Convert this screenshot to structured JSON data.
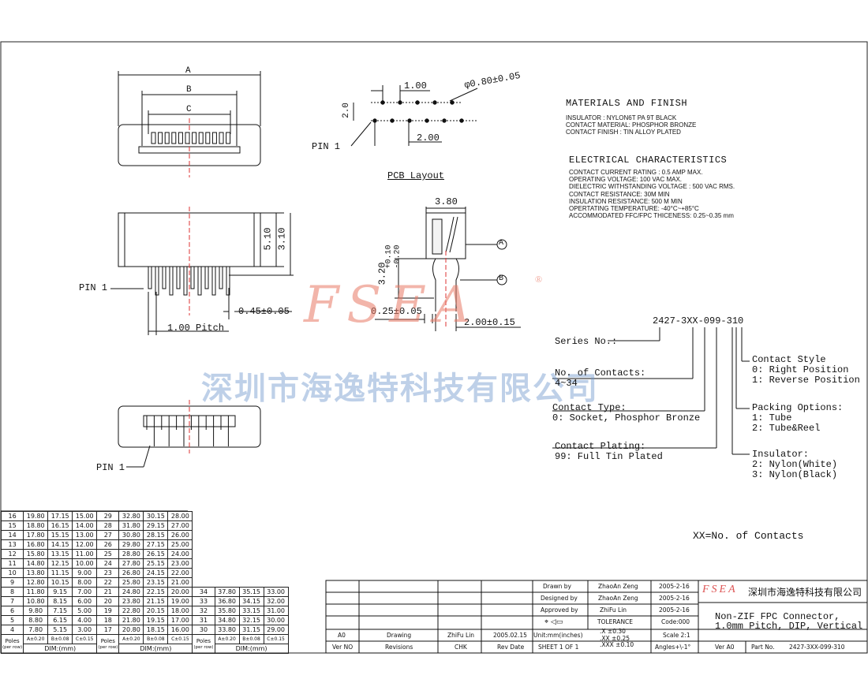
{
  "top_view": {
    "dim_a": "A",
    "dim_b": "B",
    "dim_c": "C"
  },
  "pitch_view": {
    "pitch_label": "1.00",
    "hole_label": "φ0.80±0.05",
    "row_gap": "2.0",
    "row_offset": "2.00",
    "pin_label": "PIN 1"
  },
  "pcb_title": "PCB Layout",
  "side_view": {
    "h1": "5.10",
    "h2": "3.10",
    "pin_label": "PIN 1",
    "pin_width": "0.45±0.05",
    "pitch": "1.00 Pitch"
  },
  "section_view": {
    "width": "3.80",
    "height": "3.20",
    "tol_plus": "+0.10",
    "tol_minus": "-0.20",
    "lead": "0.25±0.05",
    "spacing": "2.00±0.15",
    "callout_a": "A",
    "callout_b": "B"
  },
  "bottom_view": {
    "pin_label": "PIN 1"
  },
  "materials": {
    "title": "MATERIALS AND FINISH",
    "lines": [
      "INSULATOR : NYLON6T PA 9T BLACK",
      "CONTACT MATERIAL: PHOSPHOR BRONZE",
      "CONTACT FINISH : TIN ALLOY PLATED"
    ]
  },
  "electrical": {
    "title": "ELECTRICAL CHARACTERISTICS",
    "lines": [
      "CONTACT CURRENT RATING : 0.5 AMP MAX.",
      "OPERATING VOLTAGE: 100 VAC MAX.",
      "DIELECTRIC WITHSTANDING VOLTAGE : 500 VAC RMS.",
      "CONTACT RESISTANCE:     30M MIN",
      "INSULATION RESISTANCE: 500 M    MIN",
      "OPERTATING TEMPERATURE: -40°C~+85°C",
      "ACCOMMODATED FFC/FPC THICENESS: 0.25~0.35 mm"
    ]
  },
  "part_number": {
    "code": "2427-3XX-099-310",
    "series": "Series No.:",
    "contacts": [
      "No. of Contacts:",
      "4~34"
    ],
    "contact_type": [
      "Contact Type:",
      "0: Socket, Phosphor Bronze"
    ],
    "plating": [
      "Contact Plating:",
      "99: Full Tin Plated"
    ],
    "style": [
      "Contact Style",
      "0: Right Position",
      "1: Reverse Position"
    ],
    "packing": [
      "Packing Options:",
      "1: Tube",
      "2: Tube&Reel"
    ],
    "insulator": [
      "Insulator:",
      "2: Nylon(White)",
      "3: Nylon(Black)"
    ],
    "note": "XX=No. of Contacts"
  },
  "watermark": {
    "logo": "FSEA",
    "registered": "®",
    "company": "深圳市海逸特科技有限公司"
  },
  "dim_table": {
    "rows": [
      [
        "16",
        "19.80",
        "17.15",
        "15.00",
        "29",
        "32.80",
        "30.15",
        "28.00",
        "",
        "",
        "",
        ""
      ],
      [
        "15",
        "18.80",
        "16.15",
        "14.00",
        "28",
        "31.80",
        "29.15",
        "27.00",
        "",
        "",
        "",
        ""
      ],
      [
        "14",
        "17.80",
        "15.15",
        "13.00",
        "27",
        "30.80",
        "28.15",
        "26.00",
        "",
        "",
        "",
        ""
      ],
      [
        "13",
        "16.80",
        "14.15",
        "12.00",
        "26",
        "29.80",
        "27.15",
        "25.00",
        "",
        "",
        "",
        ""
      ],
      [
        "12",
        "15.80",
        "13.15",
        "11.00",
        "25",
        "28.80",
        "26.15",
        "24.00",
        "",
        "",
        "",
        ""
      ],
      [
        "11",
        "14.80",
        "12.15",
        "10.00",
        "24",
        "27.80",
        "25.15",
        "23.00",
        "",
        "",
        "",
        ""
      ],
      [
        "10",
        "13.80",
        "11.15",
        "9.00",
        "23",
        "26.80",
        "24.15",
        "22.00",
        "",
        "",
        "",
        ""
      ],
      [
        "9",
        "12.80",
        "10.15",
        "8.00",
        "22",
        "25.80",
        "23.15",
        "21.00",
        "",
        "",
        "",
        ""
      ],
      [
        "8",
        "11.80",
        "9.15",
        "7.00",
        "21",
        "24.80",
        "22.15",
        "20.00",
        "34",
        "37.80",
        "35.15",
        "33.00"
      ],
      [
        "7",
        "10.80",
        "8.15",
        "6.00",
        "20",
        "23.80",
        "21.15",
        "19.00",
        "33",
        "36.80",
        "34.15",
        "32.00"
      ],
      [
        "6",
        "9.80",
        "7.15",
        "5.00",
        "19",
        "22.80",
        "20.15",
        "18.00",
        "32",
        "35.80",
        "33.15",
        "31.00"
      ],
      [
        "5",
        "8.80",
        "6.15",
        "4.00",
        "18",
        "21.80",
        "19.15",
        "17.00",
        "31",
        "34.80",
        "32.15",
        "30.00"
      ],
      [
        "4",
        "7.80",
        "5.15",
        "3.00",
        "17",
        "20.80",
        "18.15",
        "16.00",
        "30",
        "33.80",
        "31.15",
        "29.00"
      ]
    ],
    "poles": "Poles",
    "per_row": "(per row)",
    "a": "A±0.20",
    "b": "B±0.08",
    "c": "C±0.15",
    "dim": "DIM:(mm)"
  },
  "title_block": {
    "drawn_label": "Drawn   by",
    "drawn": "ZhaoAn Zeng",
    "drawn_date": "2005-2-16",
    "designed_label": "Designed by",
    "designed": "ZhaoAn Zeng",
    "designed_date": "2005-2-16",
    "approved_label": "Approved by",
    "approved": "ZhiFu Lin",
    "approved_date": "2005-2-16",
    "tolerance": "TOLERANCE",
    "code": "Code:000",
    "tol_rows": [
      ".X      ±0.30",
      ".XX     ±0.25",
      ".XXX    ±0.10"
    ],
    "scale": "Scale 2:1",
    "angles": "Angles+\\-1°",
    "rev_ver": "A0",
    "rev_desc": "Drawing",
    "rev_chk": "ZhiFu Lin",
    "rev_date": "2005.02.15",
    "units": "Unit:mm(inches)",
    "h_ver": "Ver NO",
    "h_rev": "Revisions",
    "h_chk": "CHK",
    "h_date": "Rev Date",
    "sheet": "SHEET  1  OF  1",
    "logo": "FSEA",
    "company": "深圳市海逸特科技有限公司",
    "desc1": "Non-ZIF FPC Connector,",
    "desc2": "1.0mm Pitch, DIP, Vertical",
    "ver": "Ver A0",
    "part_label": "Part No.",
    "part_no": "2427-3XX-099-310"
  }
}
